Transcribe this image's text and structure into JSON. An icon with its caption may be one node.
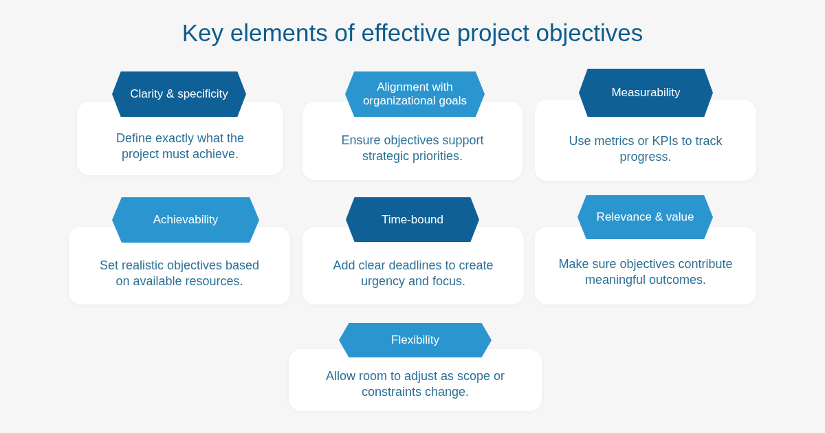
{
  "diagram": {
    "title": "Key elements of effective project objectives",
    "nodes": [
      {
        "text": [
          "Clarity & specificity"
        ]
      },
      {
        "text": [
          "Define exactly what the project must achieve."
        ]
      },
      {
        "text": [
          "Alignment with organizational goals"
        ]
      },
      {
        "text": [
          "Ensure objectives support strategic priorities."
        ]
      },
      {
        "text": [
          "Measurability"
        ]
      },
      {
        "text": [
          "Use metrics or KPIs to track progress."
        ]
      },
      {
        "text": [
          "Achievability"
        ]
      },
      {
        "text": [
          "Set realistic objectives based on available resources."
        ]
      },
      {
        "text": [
          "Time-bound"
        ]
      },
      {
        "text": [
          "Add clear deadlines to create urgency and focus."
        ]
      },
      {
        "text": [
          "Relevance & value"
        ]
      },
      {
        "text": [
          "Make sure objectives contribute meaningful outcomes."
        ]
      },
      {
        "text": [
          "Flexibility"
        ]
      },
      {
        "text": [
          "Allow room to adjust as scope or constraints change."
        ]
      }
    ]
  }
}
